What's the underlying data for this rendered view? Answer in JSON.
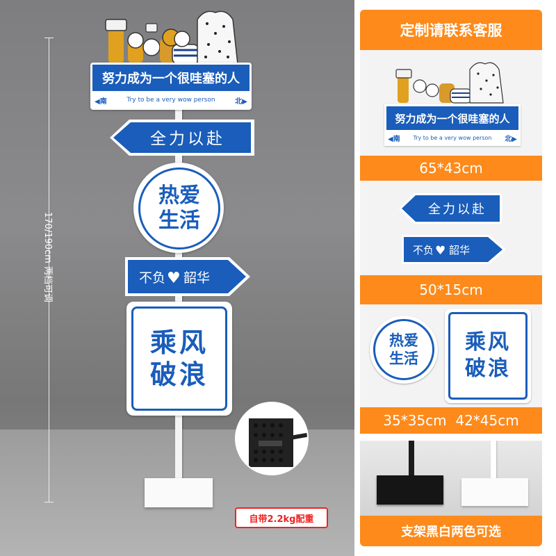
{
  "left": {
    "height_label": "170/190cm 两档可调",
    "top_sign": {
      "title": "努力成为一个很哇塞的人",
      "south": "南",
      "tagline": "Try to be a very wow person",
      "north": "北"
    },
    "arrow_left_text": "全力以赴",
    "circle_text": [
      "热爱",
      "生活"
    ],
    "arrow_right_text": {
      "before": "不负",
      "heart": "♥",
      "after": "韶华"
    },
    "square_text": [
      "乘风",
      "破浪"
    ],
    "weight_label": "自带2.2kg配重"
  },
  "right": {
    "header": "定制请联系客服",
    "mini_top": {
      "title": "努力成为一个很哇塞的人",
      "south": "南",
      "tagline": "Try to be a very wow person",
      "north": "北"
    },
    "size1": "65*43cm",
    "mini_arrow_left": "全力以赴",
    "mini_arrow_right": {
      "before": "不负",
      "heart": "♥",
      "after": "韶华"
    },
    "size2": "50*15cm",
    "mini_circle": [
      "热爱",
      "生活"
    ],
    "mini_square": [
      "乘风",
      "破浪"
    ],
    "size3": "35*35cm  42*45cm",
    "footer": "支架黑白两色可选"
  },
  "colors": {
    "blue": "#1a5dba",
    "orange": "#fd8a1b",
    "red": "#e22222"
  }
}
